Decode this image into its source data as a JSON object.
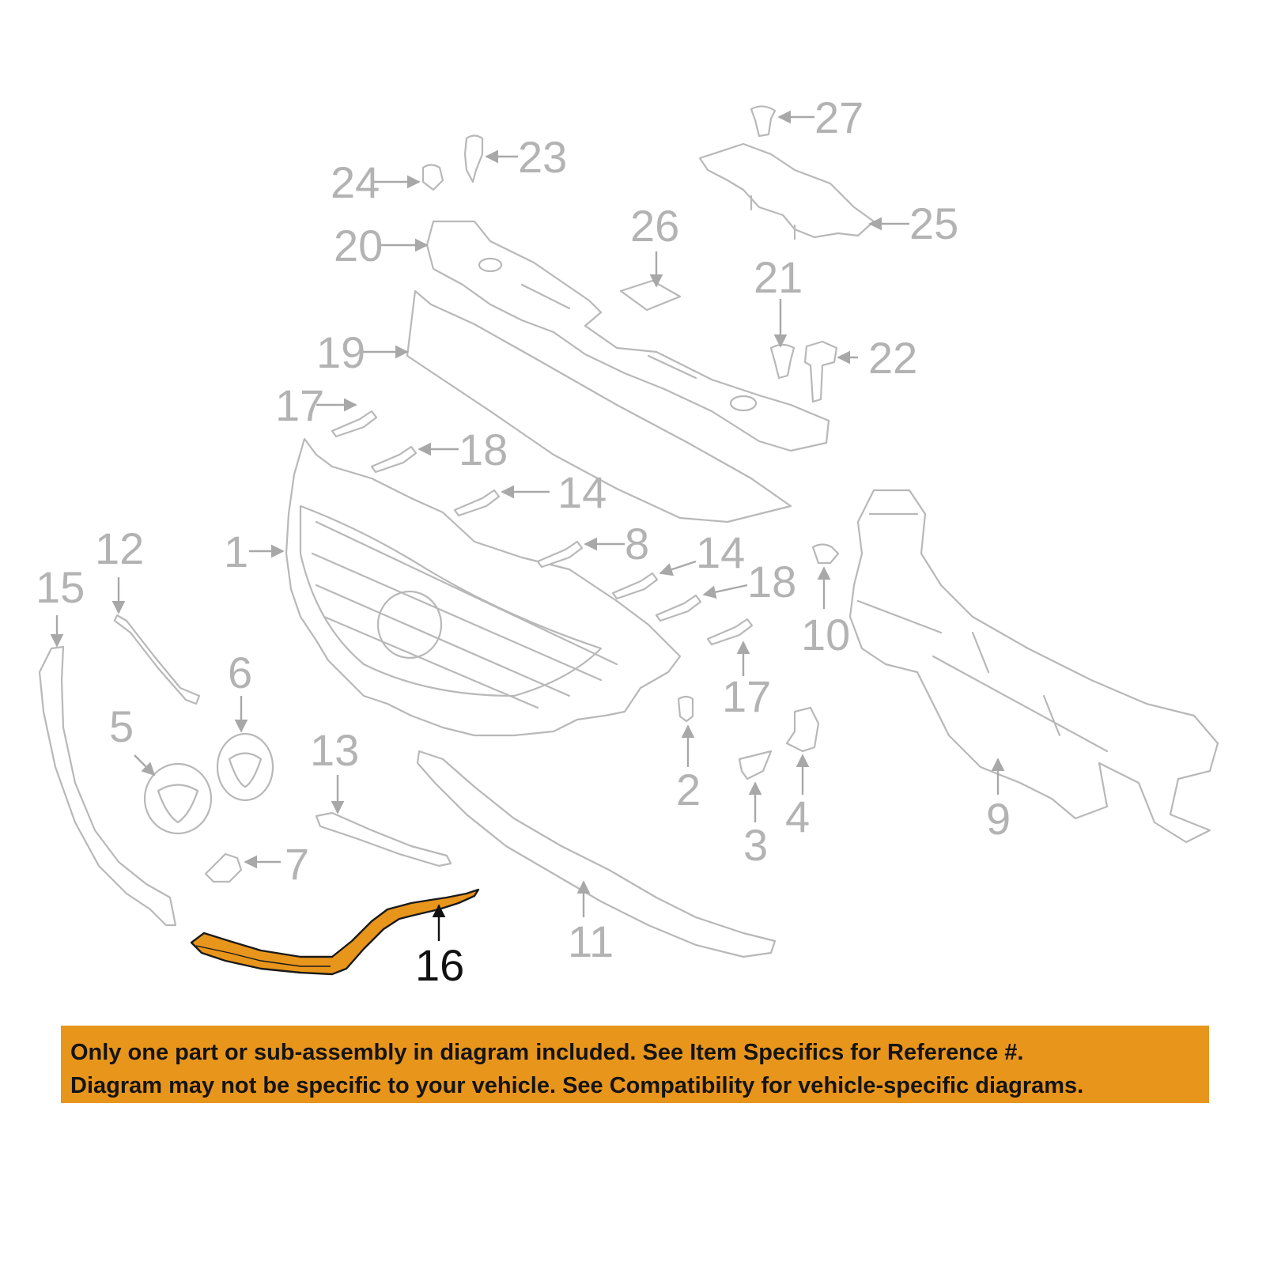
{
  "diagram": {
    "callouts": [
      "1",
      "2",
      "3",
      "4",
      "5",
      "6",
      "7",
      "8",
      "9",
      "10",
      "11",
      "12",
      "13",
      "14",
      "14",
      "15",
      "16",
      "17",
      "17",
      "18",
      "18",
      "19",
      "20",
      "21",
      "22",
      "23",
      "24",
      "25",
      "26",
      "27"
    ],
    "highlighted_callout": "16"
  },
  "notice": {
    "line1": "Only one part or sub-assembly in diagram included. See Item Specifics for Reference #.",
    "line2": "Diagram may not be specific to your vehicle. See Compatibility for vehicle-specific diagrams."
  },
  "colors": {
    "highlight": "#e8951c",
    "part_stroke": "#b8b8b8",
    "callout_text": "#b3b3b3"
  }
}
